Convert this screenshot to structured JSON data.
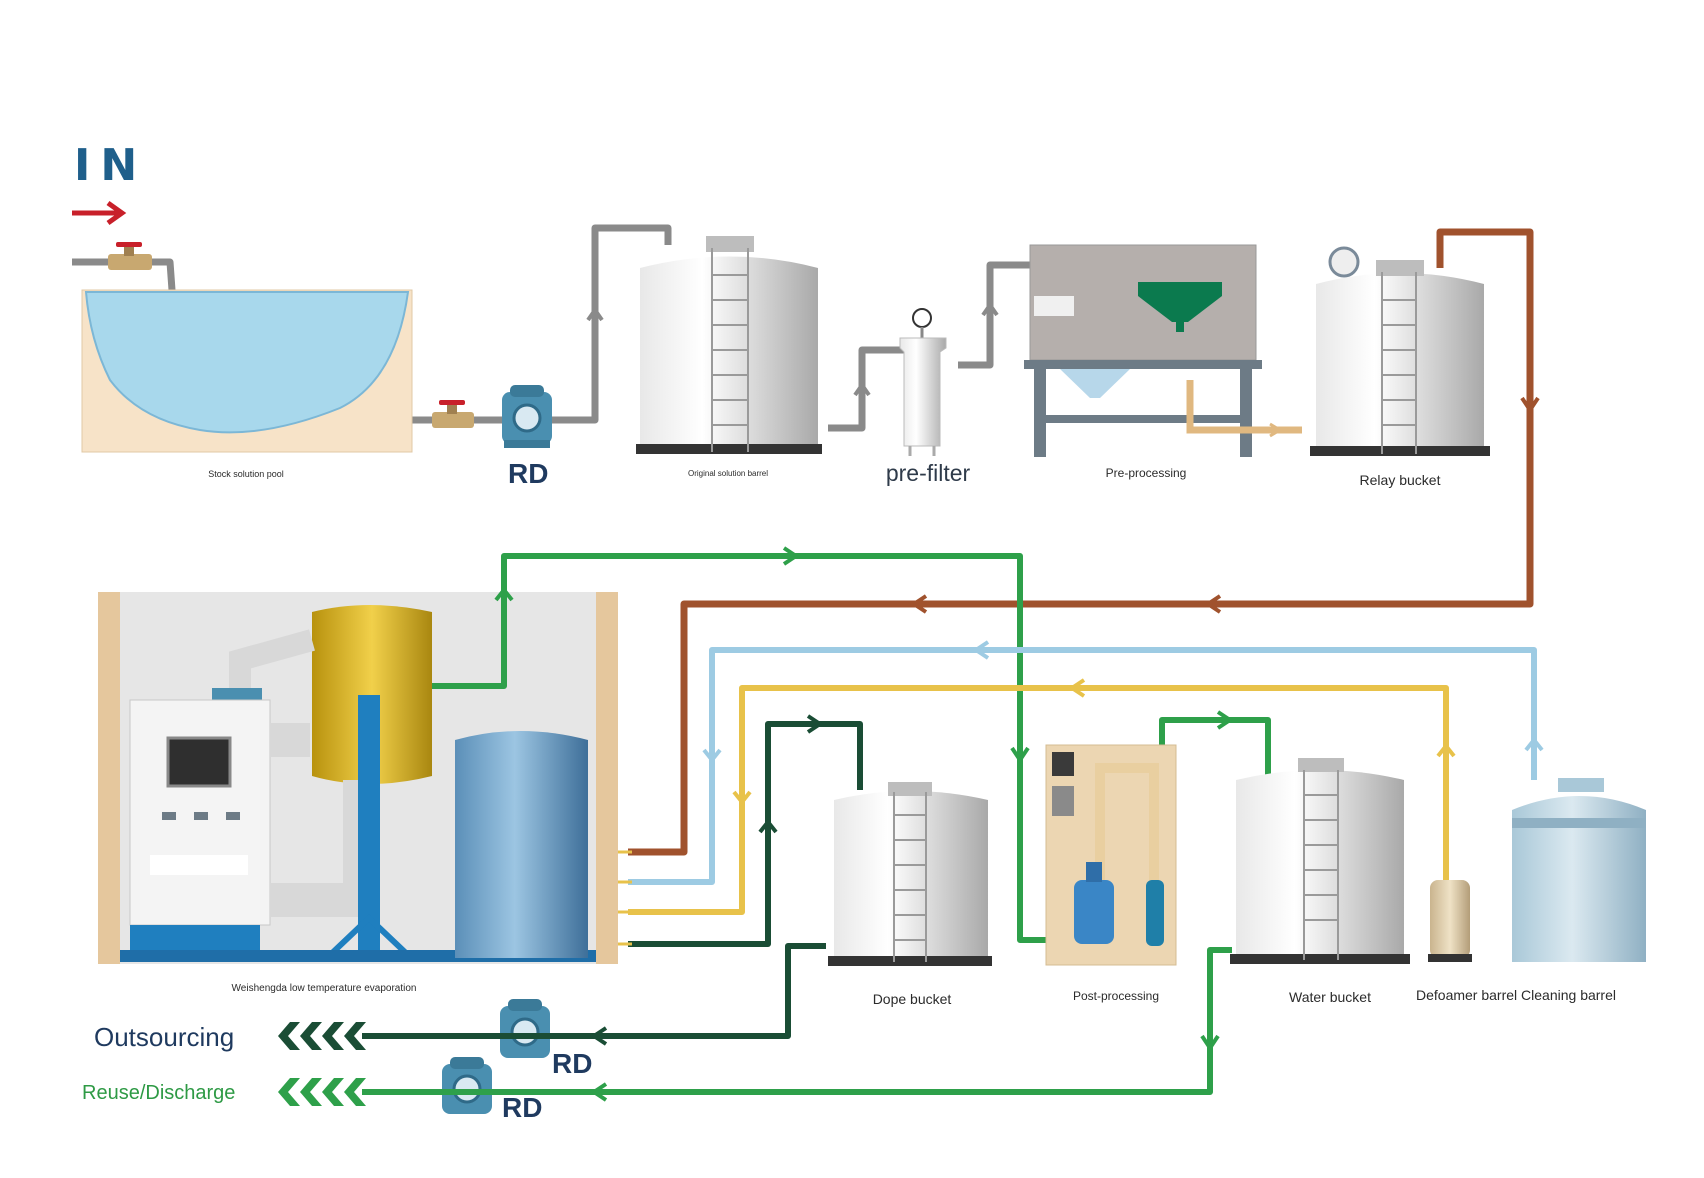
{
  "in_label": "IN",
  "labels": {
    "stock_pool": "Stock solution pool",
    "original_barrel": "Original solution barrel",
    "prefilter": "pre-filter",
    "preprocessing": "Pre-processing",
    "relay_bucket": "Relay bucket",
    "evaporator": "Weishengda low temperature evaporation",
    "dope_bucket": "Dope bucket",
    "postprocessing": "Post-processing",
    "water_bucket": "Water bucket",
    "defoamer_cleaning": "Defoamer barrel Cleaning barrel"
  },
  "pumps": {
    "pump_label": "RD"
  },
  "outputs": {
    "outsourcing": "Outsourcing",
    "reuse_discharge": "Reuse/Discharge"
  },
  "colors": {
    "gray_pipe": "#8a8a8a",
    "brown_pipe": "#a0522d",
    "green_pipe": "#2ea04a",
    "dark_green_pipe": "#1a4d35",
    "light_blue_pipe": "#9dcbe3",
    "yellow_pipe": "#e8c24a",
    "in_arrow": "#c8202a",
    "pump_body": "#4a8fb0",
    "reuse_text": "#2e9a45",
    "outsourcing_text": "#1f3a5f"
  }
}
